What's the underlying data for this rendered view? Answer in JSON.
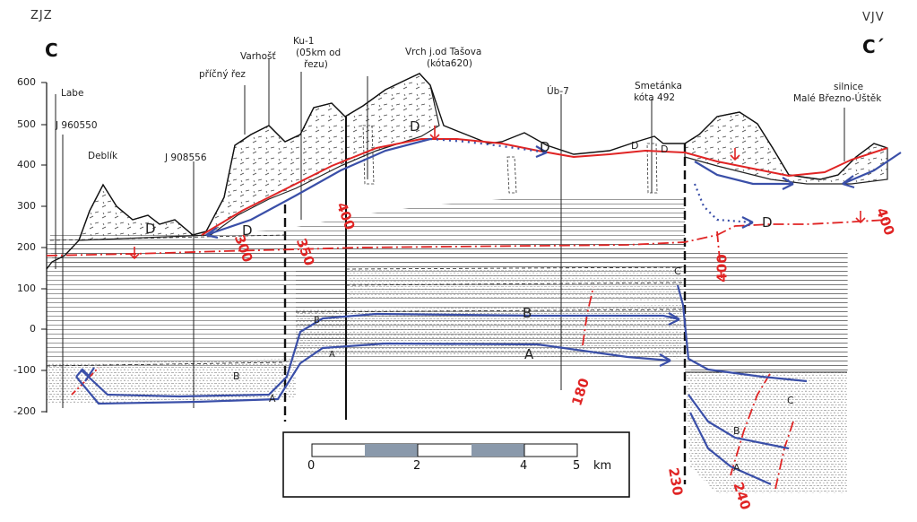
{
  "header": {
    "left_direction": "ZJZ",
    "right_direction": "VJV",
    "left_section": "C",
    "right_section": "C´"
  },
  "axis": {
    "ticks": [
      "600",
      "500",
      "400",
      "300",
      "200",
      "100",
      "0",
      "-100",
      "-200"
    ]
  },
  "places": {
    "labe": "Labe",
    "j960550": "J 960550",
    "deblik": "Deblík",
    "pricny_rez": "příčný řez",
    "varhost": "Varhošť",
    "j908556": "J 908556",
    "ku1_a": "Ku-1",
    "ku1_b": "(05km od",
    "ku1_c": "řezu)",
    "vrch_a": "Vrch j.od Tašova",
    "vrch_b": "(kóta620)",
    "ub7": "Úb-7",
    "smetanka_a": "Smetánka",
    "smetanka_b": "kóta 492",
    "silnice_a": "silnice",
    "silnice_b": "Malé Březno-Úštěk"
  },
  "layers": {
    "d1": "D",
    "d2": "D",
    "d3": "D",
    "d4": "D",
    "d5": "D",
    "d6": "D",
    "d7": "D",
    "c1": "C",
    "c2": "C",
    "b1": "B",
    "b2": "B",
    "b3": "B",
    "b4": "B",
    "a1": "A",
    "a2": "A",
    "a3": "A",
    "a4": "A"
  },
  "contours": {
    "c400a": "400",
    "c350": "350",
    "c300": "300",
    "c400b": "400",
    "c400c": "400",
    "c180": "180",
    "c230": "230",
    "c240": "240"
  },
  "scale": {
    "ticks": [
      "0",
      "2",
      "4",
      "5"
    ],
    "unit": "km"
  },
  "colors": {
    "red": "#e02424",
    "blue": "#3a4fa8",
    "ink": "#1a1a1a"
  }
}
